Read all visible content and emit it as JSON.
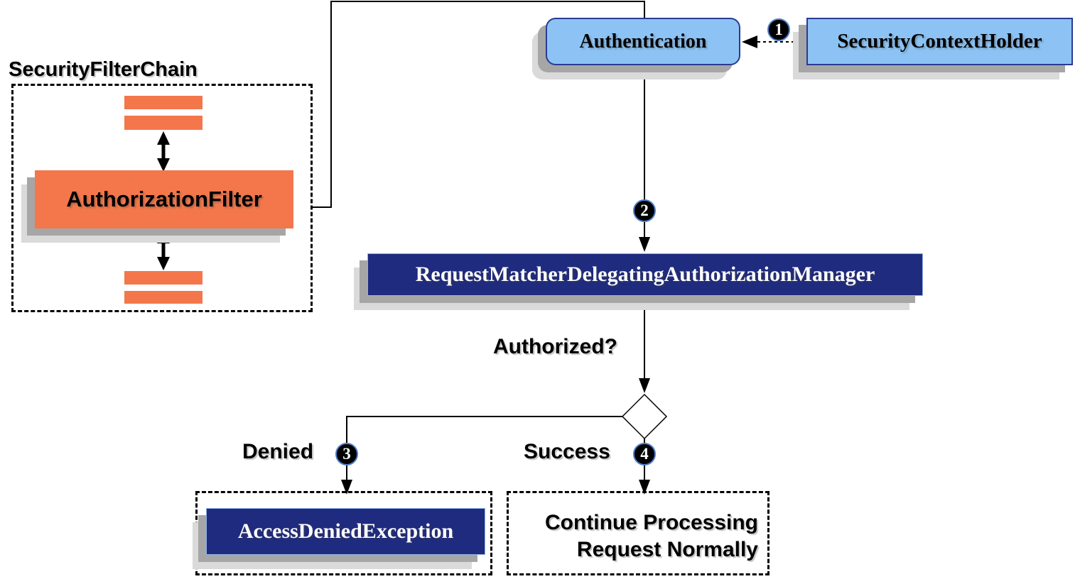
{
  "colors": {
    "orange": "#f3774a",
    "lightblue": "#8cc3f4",
    "blueborder": "#2a3a94",
    "navy": "#1f2b7e",
    "navyborder": "#8fb4e8",
    "shadowmid": "#a6a6a6",
    "shadowlight": "#dadada",
    "line": "#000000",
    "ring": "#4f7dc8"
  },
  "filter_chain": {
    "title": "SecurityFilterChain",
    "filter_label": "AuthorizationFilter"
  },
  "nodes": {
    "authentication": "Authentication",
    "context_holder": "SecurityContextHolder",
    "manager": "RequestMatcherDelegatingAuthorizationManager",
    "denied_exception": "AccessDeniedException"
  },
  "outcome": {
    "continue_line1": "Continue Processing",
    "continue_line2": "Request Normally"
  },
  "labels": {
    "question": "Authorized?",
    "denied": "Denied",
    "success": "Success"
  },
  "steps": [
    "1",
    "2",
    "3",
    "4"
  ]
}
